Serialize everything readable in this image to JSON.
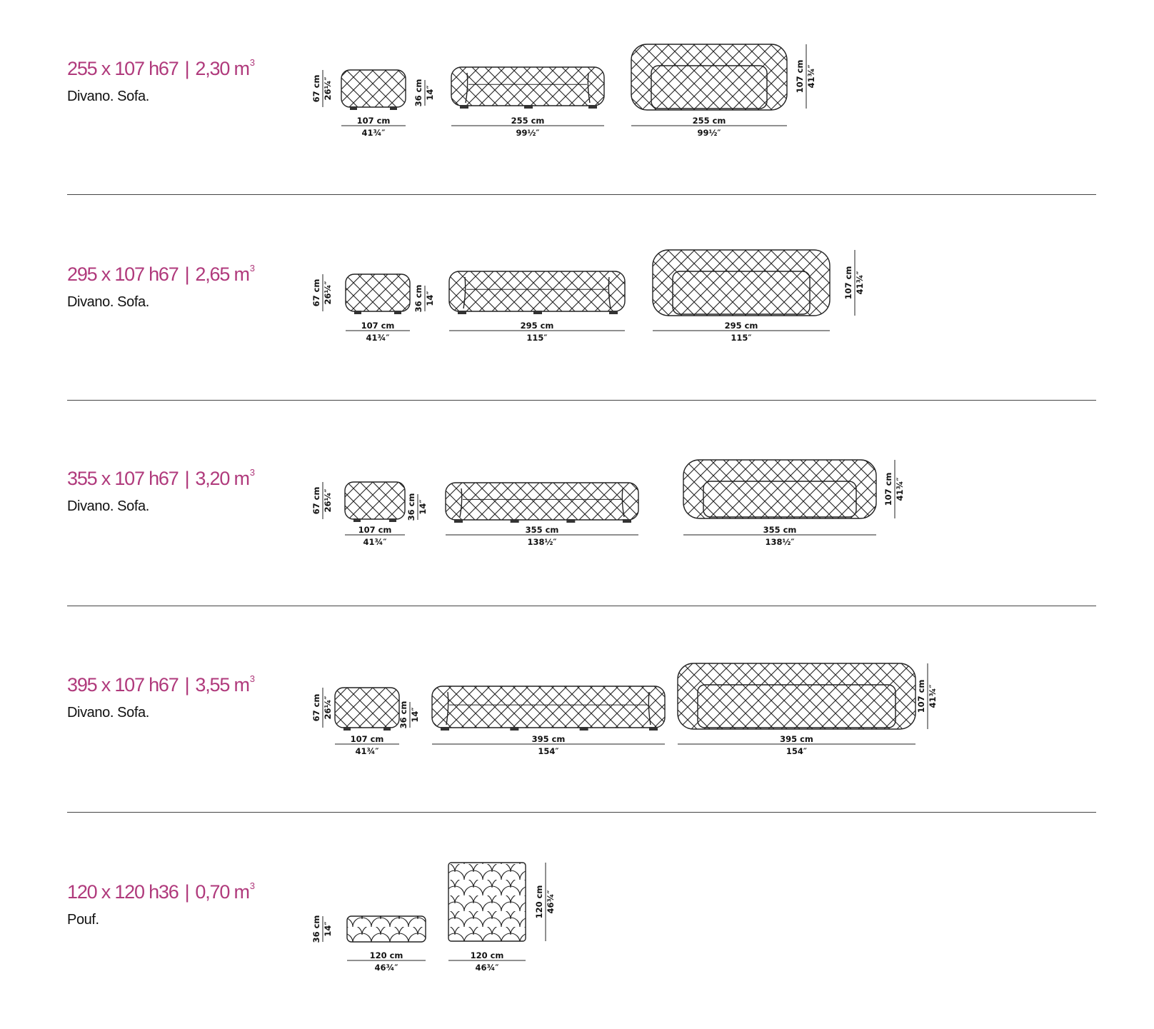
{
  "rows": [
    {
      "dims": "255 x 107 h67",
      "volume": "2,30 m",
      "volume_sup": "3",
      "name": "Divano. Sofa.",
      "labels": {
        "side_h_cm": "67 cm",
        "side_h_in": "26¼″",
        "side_w_cm": "107 cm",
        "side_w_in": "41¾″",
        "seat_h_cm": "36 cm",
        "seat_h_in": "14″",
        "front_w_cm": "255 cm",
        "front_w_in": "99½″",
        "top_w_cm": "255 cm",
        "top_w_in": "99½″",
        "top_d_cm": "107 cm",
        "top_d_in": "41¾″"
      }
    },
    {
      "dims": "295 x 107 h67",
      "volume": "2,65 m",
      "volume_sup": "3",
      "name": "Divano. Sofa.",
      "labels": {
        "side_h_cm": "67 cm",
        "side_h_in": "26¼″",
        "side_w_cm": "107 cm",
        "side_w_in": "41¾″",
        "seat_h_cm": "36 cm",
        "seat_h_in": "14″",
        "front_w_cm": "295 cm",
        "front_w_in": "115″",
        "top_w_cm": "295 cm",
        "top_w_in": "115″",
        "top_d_cm": "107 cm",
        "top_d_in": "41¾″"
      }
    },
    {
      "dims": "355 x 107 h67",
      "volume": "3,20 m",
      "volume_sup": "3",
      "name": "Divano. Sofa.",
      "labels": {
        "side_h_cm": "67 cm",
        "side_h_in": "26¼″",
        "side_w_cm": "107 cm",
        "side_w_in": "41¾″",
        "seat_h_cm": "36 cm",
        "seat_h_in": "14″",
        "front_w_cm": "355 cm",
        "front_w_in": "138½″",
        "top_w_cm": "355 cm",
        "top_w_in": "138½″",
        "top_d_cm": "107 cm",
        "top_d_in": "41¾″"
      }
    },
    {
      "dims": "395 x 107 h67",
      "volume": "3,55 m",
      "volume_sup": "3",
      "name": "Divano. Sofa.",
      "labels": {
        "side_h_cm": "67 cm",
        "side_h_in": "26¼″",
        "side_w_cm": "107 cm",
        "side_w_in": "41¾″",
        "seat_h_cm": "36 cm",
        "seat_h_in": "14″",
        "front_w_cm": "395 cm",
        "front_w_in": "154″",
        "top_w_cm": "395 cm",
        "top_w_in": "154″",
        "top_d_cm": "107 cm",
        "top_d_in": "41¾″"
      }
    },
    {
      "dims": "120 x 120 h36",
      "volume": "0,70 m",
      "volume_sup": "3",
      "name": "Pouf.",
      "labels": {
        "pouf_h_cm": "36 cm",
        "pouf_h_in": "14″",
        "pouf_front_w_cm": "120 cm",
        "pouf_front_w_in": "46¾″",
        "pouf_top_w_cm": "120 cm",
        "pouf_top_w_in": "46¾″",
        "pouf_top_d_cm": "120 cm",
        "pouf_top_d_in": "46¾″"
      }
    }
  ]
}
